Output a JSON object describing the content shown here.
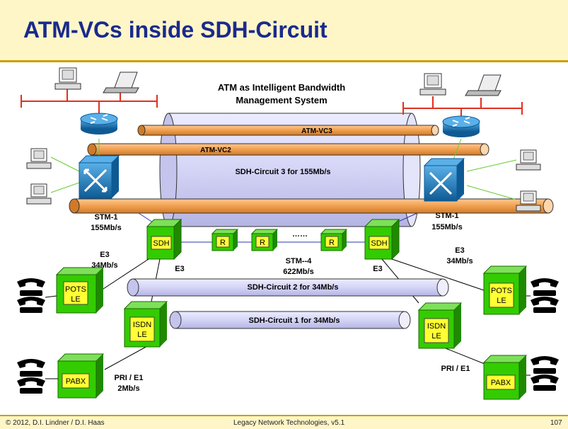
{
  "slide": {
    "title": "ATM-VCs inside SDH-Circuit",
    "subtitle_line1": "ATM as Intelligent Bandwidth",
    "subtitle_line2": "Management System"
  },
  "pipes": {
    "vc3": "ATM-VC3",
    "vc2": "ATM-VC2",
    "sdh3": "SDH-Circuit 3 for 155Mb/s",
    "sdh2": "SDH-Circuit 2 for 34Mb/s",
    "sdh1": "SDH-Circuit 1 for 34Mb/s"
  },
  "labels": {
    "stm1_left_a": "STM-1",
    "stm1_left_b": "155Mb/s",
    "stm1_right_a": "STM-1",
    "stm1_right_b": "155Mb/s",
    "e3_left_a": "E3",
    "e3_left_b": "34Mb/s",
    "e3_right_a": "E3",
    "e3_right_b": "34Mb/s",
    "e3_mid_left": "E3",
    "e3_mid_right": "E3",
    "stm4_a": "STM--4",
    "stm4_b": "622Mb/s",
    "dots": "……",
    "pri_left_a": "PRI / E1",
    "pri_left_b": "2Mb/s",
    "pri_right": "PRI / E1"
  },
  "boxes": {
    "sdh_left": "SDH",
    "sdh_right": "SDH",
    "r1": "R",
    "r2": "R",
    "r3": "R",
    "pots_left_1": "POTS",
    "pots_left_2": "LE",
    "pots_right_1": "POTS",
    "pots_right_2": "LE",
    "isdn_left_1": "ISDN",
    "isdn_left_2": "LE",
    "isdn_right_1": "ISDN",
    "isdn_right_2": "LE",
    "pabx_left": "PABX",
    "pabx_right": "PABX"
  },
  "footer": {
    "copyright": "© 2012, D.I. Lindner / D.I. Haas",
    "course": "Legacy Network Technologies, v5.1",
    "page": "107"
  },
  "colors": {
    "title": "#1a2a8c",
    "header_bg": "#fff6c8",
    "accent_line": "#c8a000",
    "pipe_orange": "#f0a050",
    "cylinder": "#d8d8f8",
    "box_green": "#33cc00",
    "box_yellow": "#ffff33",
    "lan_red": "#e03020",
    "switch_blue": "#1a7ab8"
  }
}
